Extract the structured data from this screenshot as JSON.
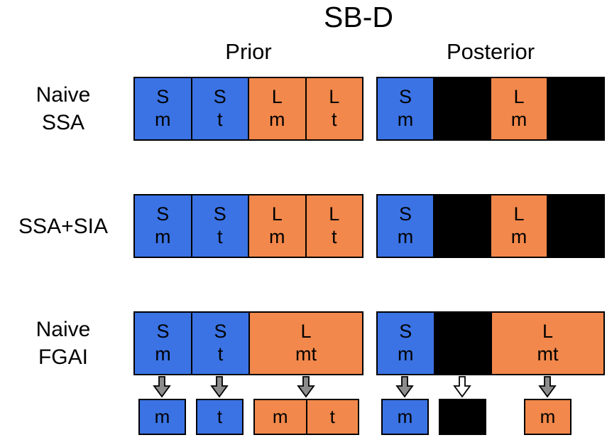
{
  "title": "SB-D",
  "column_headers": {
    "prior": "Prior",
    "posterior": "Posterior"
  },
  "palette": {
    "blue": "#3B73E4",
    "orange": "#F2884B",
    "black": "#000000",
    "arrow_gray": "#8C8C8C",
    "arrow_white": "#FFFFFF",
    "border": "#000000"
  },
  "rows": [
    {
      "label": "Naive\nSSA",
      "prior": [
        {
          "text": "S\nm",
          "color": "blue"
        },
        {
          "text": "S\nt",
          "color": "blue"
        },
        {
          "text": "L\nm",
          "color": "orange"
        },
        {
          "text": "L\nt",
          "color": "orange"
        }
      ],
      "posterior": [
        {
          "text": "S\nm",
          "color": "blue"
        },
        {
          "text": "",
          "color": "black"
        },
        {
          "text": "L\nm",
          "color": "orange"
        },
        {
          "text": "",
          "color": "black"
        }
      ]
    },
    {
      "label": "SSA+SIA",
      "prior": [
        {
          "text": "S\nm",
          "color": "blue"
        },
        {
          "text": "S\nt",
          "color": "blue"
        },
        {
          "text": "L\nm",
          "color": "orange"
        },
        {
          "text": "L\nt",
          "color": "orange"
        }
      ],
      "posterior": [
        {
          "text": "S\nm",
          "color": "blue"
        },
        {
          "text": "",
          "color": "black"
        },
        {
          "text": "L\nm",
          "color": "orange"
        },
        {
          "text": "",
          "color": "black"
        }
      ]
    },
    {
      "label": "Naive\nFGAI",
      "prior": [
        {
          "text": "S\nm",
          "color": "blue"
        },
        {
          "text": "S\nt",
          "color": "blue"
        },
        {
          "text": "L\nmt",
          "color": "orange"
        }
      ],
      "posterior": [
        {
          "text": "S\nm",
          "color": "blue"
        },
        {
          "text": "",
          "color": "black"
        },
        {
          "text": "L\nmt",
          "color": "orange"
        }
      ]
    }
  ],
  "breakdown": {
    "prior": {
      "arrows": [
        "arrow_gray",
        "arrow_gray",
        "arrow_gray"
      ],
      "cells": [
        {
          "text": "m",
          "color": "blue"
        },
        {
          "text": "t",
          "color": "blue"
        },
        {
          "text": "m",
          "color": "orange"
        },
        {
          "text": "t",
          "color": "orange"
        }
      ]
    },
    "posterior": {
      "arrows": [
        "arrow_gray",
        "arrow_white",
        "arrow_gray"
      ],
      "cells": [
        {
          "text": "m",
          "color": "blue"
        },
        {
          "text": "",
          "color": "black"
        },
        {
          "text": "m",
          "color": "orange"
        }
      ]
    }
  }
}
